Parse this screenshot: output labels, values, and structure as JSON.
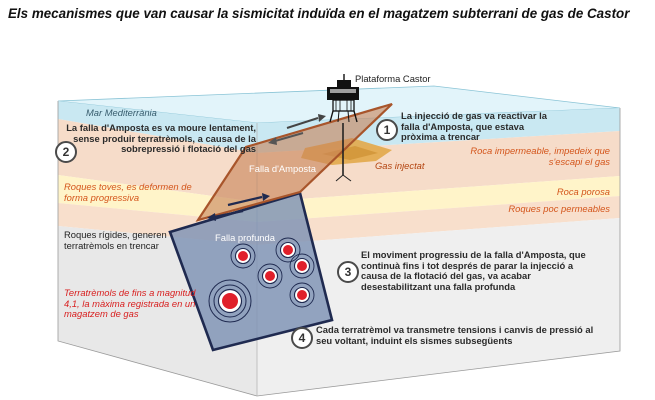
{
  "title": "Els mecanismes que van causar la sismicitat induïda en el magatzem subterrani de gas de Castor",
  "platform_label": "Plataforma Castor",
  "layers": {
    "sea": "Mar Mediterrània",
    "impermeable": "Roca impermeable, impedeix que s'escapi el gas",
    "porous": "Roca porosa",
    "low_permeable": "Roques poc permeables"
  },
  "faults": {
    "amposta": "Falla d'Amposta",
    "deep": "Falla profunda"
  },
  "gas_injected": "Gas injectat",
  "left_labels": {
    "soft_rocks": "Roques toves, es deformen de forma progressiva",
    "rigid_rocks": "Roques rígides, generen terratrèmols en trencar",
    "quakes": "Terratrèmols de fins a magnitud 4,1, la màxima registrada en un magatzem de gas"
  },
  "steps": [
    {
      "number": "1",
      "text": "La injecció de gas va reactivar la falla d'Amposta, que estava pròxima a trencar"
    },
    {
      "number": "2",
      "text": "La falla d'Amposta es va moure lentament, sense produir terratrèmols, a causa de la sobrepressió i flotació del gas"
    },
    {
      "number": "3",
      "text": "El moviment progressiu de la falla d'Amposta, que continuà fins i tot després de parar la injecció a causa de la flotació del gas, va acabar desestabilitzant una falla profunda"
    },
    {
      "number": "4",
      "text": "Cada terratrèmol va transmetre tensions i canvis de pressió al seu voltant, induint els sismes subsegüents"
    }
  ],
  "colors": {
    "sea": "#c9e8f2",
    "sea_top": "#e2f4fa",
    "impermeable": "#f6dcc9",
    "porous": "#fff4c9",
    "low_permeable": "#f8dfcc",
    "rigid": "#e8e8e8",
    "fault_amposta": "#c8845a",
    "fault_deep": "#7e93b5",
    "quake_red": "#e0202b",
    "gas": "#e2a84a"
  }
}
